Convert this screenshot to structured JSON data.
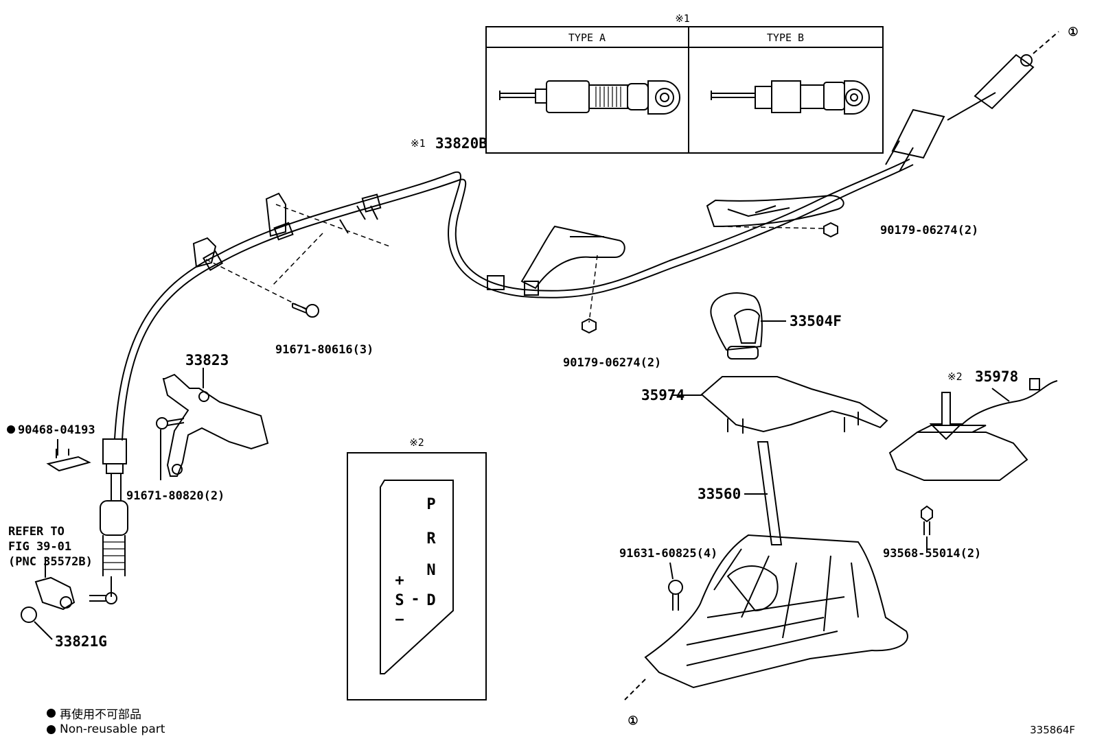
{
  "types": {
    "mark": "※1",
    "a": "TYPE A",
    "b": "TYPE B"
  },
  "parts": {
    "cable": "33820B",
    "cable_mark": "※1",
    "knob": "33504F",
    "housing_top": "35974",
    "indicator": "35978",
    "indicator_mark": "※2",
    "lever": "33560",
    "bracket": "33823",
    "clip_33821": "33821G",
    "nut_upper": "90179-06274(2)",
    "nut_mid": "90179-06274(2)",
    "bolt_91671_80616": "91671-80616(3)",
    "bolt_91671_80820": "91671-80820(2)",
    "clip_90468": "90468-04193",
    "bolt_91631": "91631-60825(4)",
    "bolt_93568": "93568-55014(2)",
    "circle_ref": "①"
  },
  "refer": {
    "line1": "REFER TO",
    "line2": "FIG 39-01",
    "line3": "(PNC 35572B)"
  },
  "gate": {
    "mark": "※2",
    "p": "P",
    "r": "R",
    "n": "N",
    "d": "D",
    "s": "S",
    "dash": "-",
    "plus": "+",
    "minus": "−"
  },
  "legend": {
    "jp": "再使用不可部品",
    "en": "Non-reusable part"
  },
  "figure_id": "335864F"
}
